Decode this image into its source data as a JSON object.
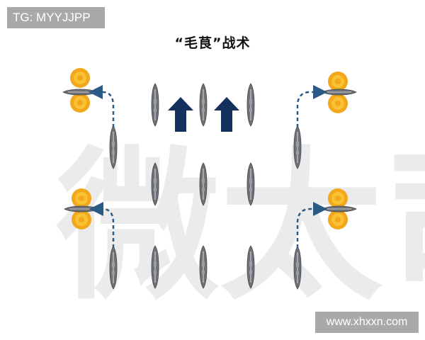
{
  "title": "“毛茛”战术",
  "watermark_text": "微太司",
  "top_left_badge": "TG: MYYJJPP",
  "bottom_right_badge": "www.xhxxn.com",
  "colors": {
    "ship": "#6e7277",
    "mine": "#f2a81a",
    "mine_core": "#f8c233",
    "arrow": "#14315e",
    "path": "#2b5a86"
  }
}
